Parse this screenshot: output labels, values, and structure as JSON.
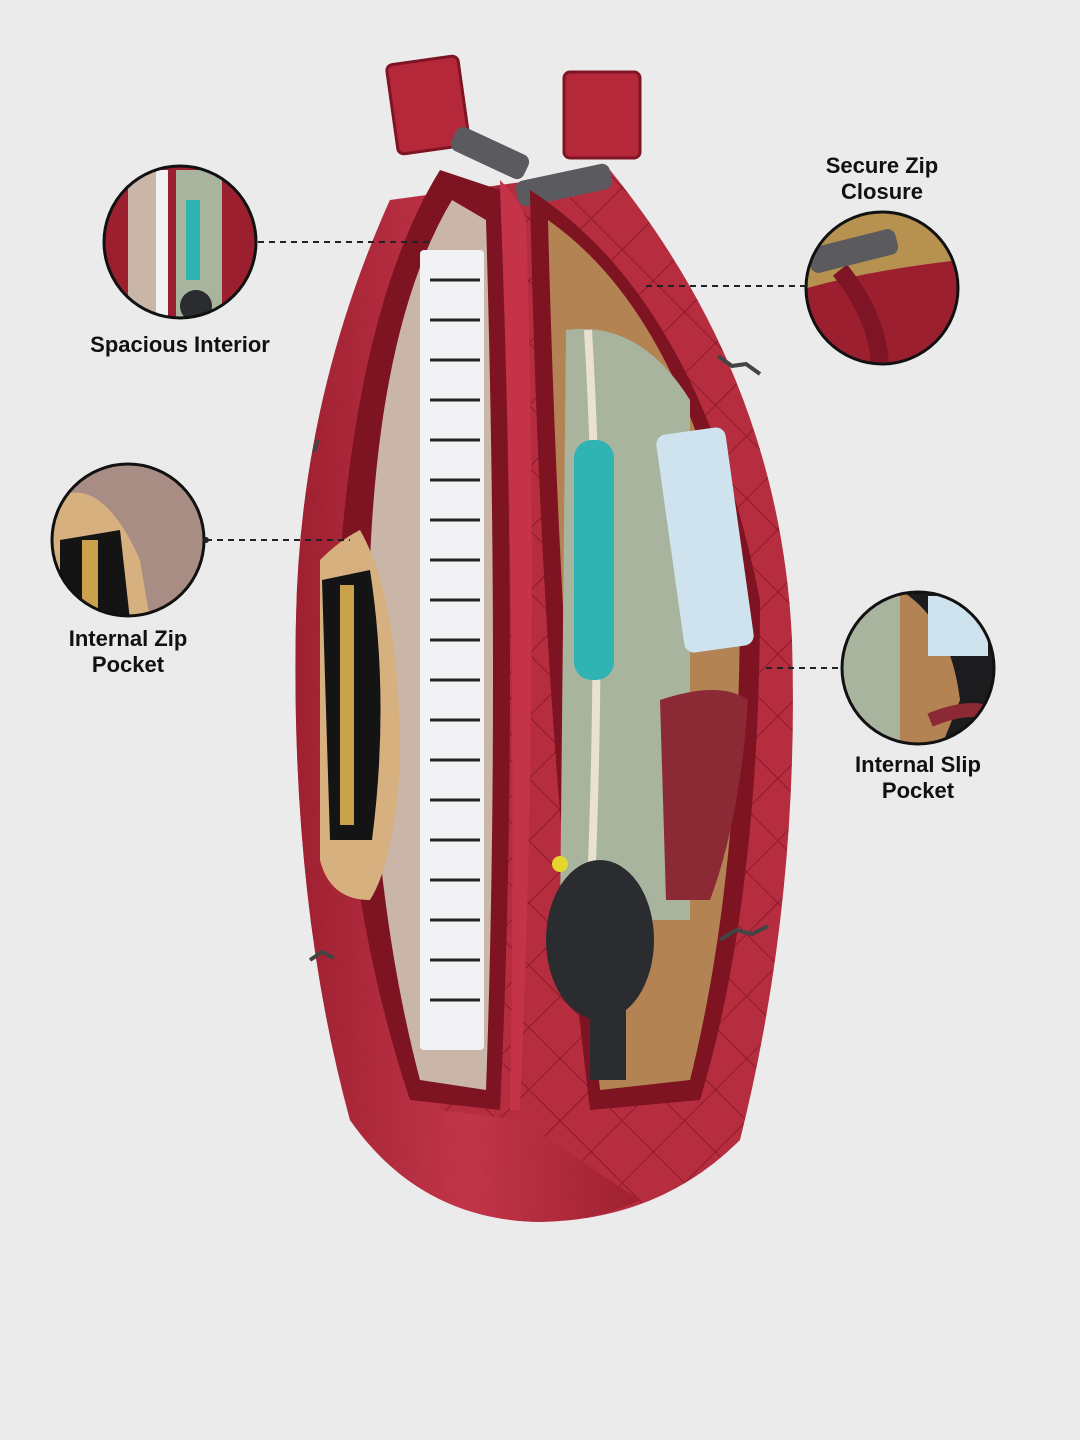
{
  "product_image": {
    "subject": "red quilted tote bag open showing interior compartments",
    "colors": {
      "background": "#ebebeb",
      "leather": "#b3283a",
      "leather_dark": "#7f1524",
      "lining": "#c9b6a8",
      "hardware": "#5b5b5f"
    }
  },
  "callouts": [
    {
      "id": "spacious",
      "label": "Spacious Interior"
    },
    {
      "id": "zip_closure",
      "label": "Secure Zip\nClosure"
    },
    {
      "id": "zip_pocket",
      "label": "Internal Zip\nPocket"
    },
    {
      "id": "slip_pocket",
      "label": "Internal Slip\nPocket"
    }
  ]
}
